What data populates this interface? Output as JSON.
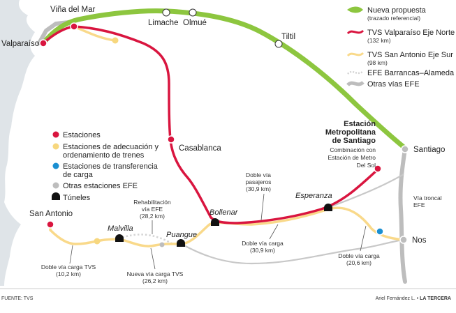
{
  "colors": {
    "sea": "#dfe4e8",
    "green": "#8dc63f",
    "red": "#d9153f",
    "yellow": "#f9d98a",
    "gray_line": "#c8c8c8",
    "gray_dots": "#d4d4d4",
    "gray_other": "#bdbdbd",
    "blue": "#1a8fd1",
    "station_red": "#d9153f",
    "station_yellow": "#f7d77e",
    "station_white": "#ffffff",
    "tunnel": "#111111"
  },
  "cities": {
    "vina": "Viña del Mar",
    "valparaiso": "Valparaíso",
    "limache": "Limache",
    "olmue": "Olmué",
    "tiltil": "Tiltil",
    "casablanca": "Casablanca",
    "santiago": "Santiago",
    "san_antonio": "San Antonio",
    "nos": "Nos",
    "malvilla": "Malvilla",
    "puangue": "Puangue",
    "bollenar": "Bollenar",
    "esperanza": "Esperanza"
  },
  "estacion_metro": {
    "line1": "Estación",
    "line2": "Metropolitana",
    "line3": "de Santiago",
    "note1": "Combinación con",
    "note2": "Estación de Metro",
    "note3": "Del Sol"
  },
  "legend_top": [
    {
      "icon": "green-band-icon",
      "label": "Nueva propuesta",
      "sub": "(trazado referencial)"
    },
    {
      "icon": "red-line-icon",
      "label": "TVS Valparaíso Eje Norte",
      "sub": "(132 km)"
    },
    {
      "icon": "yellow-line-icon",
      "label": "TVS San Antonio Eje Sur",
      "sub": "(98 km)"
    },
    {
      "icon": "gray-dotted-line-icon",
      "label": "EFE Barrancas–Alameda",
      "sub": ""
    },
    {
      "icon": "gray-thick-line-icon",
      "label": "Otras vías EFE",
      "sub": ""
    }
  ],
  "legend_mid": [
    {
      "icon": "red-dot-icon",
      "label": "Estaciones",
      "sub": ""
    },
    {
      "icon": "yellow-dot-icon",
      "label": "Estaciones de adecuación y",
      "sub": "ordenamiento de trenes"
    },
    {
      "icon": "blue-dot-icon",
      "label": "Estaciones de transferencia",
      "sub": "de carga"
    },
    {
      "icon": "gray-dot-icon",
      "label": "Otras estaciones EFE",
      "sub": ""
    },
    {
      "icon": "tunnel-icon",
      "label": "Túneles",
      "sub": ""
    }
  ],
  "annotations": {
    "doble_pasajeros": {
      "l1": "Doble vía",
      "l2": "pasajeros",
      "l3": "(30,9 km)"
    },
    "doble_carga_mid": {
      "l1": "Doble vía carga",
      "l2": "(30,9 km)"
    },
    "doble_carga_right": {
      "l1": "Doble vía carga",
      "l2": "(20,6 km)"
    },
    "doble_tvs": {
      "l1": "Doble vía carga TVS",
      "l2": "(10,2 km)"
    },
    "nueva_tvs": {
      "l1": "Nueva vía carga TVS",
      "l2": "(26,2 km)"
    },
    "rehab": {
      "l1": "Rehabilitación",
      "l2": "vía EFE",
      "l3": "(28,2 km)"
    },
    "troncal": {
      "l1": "Vía troncal",
      "l2": "EFE"
    }
  },
  "footer": {
    "source": "FUENTE: TVS",
    "credit": "Ariel Fernández L.",
    "sep": " • ",
    "paper": "LA TERCERA"
  }
}
